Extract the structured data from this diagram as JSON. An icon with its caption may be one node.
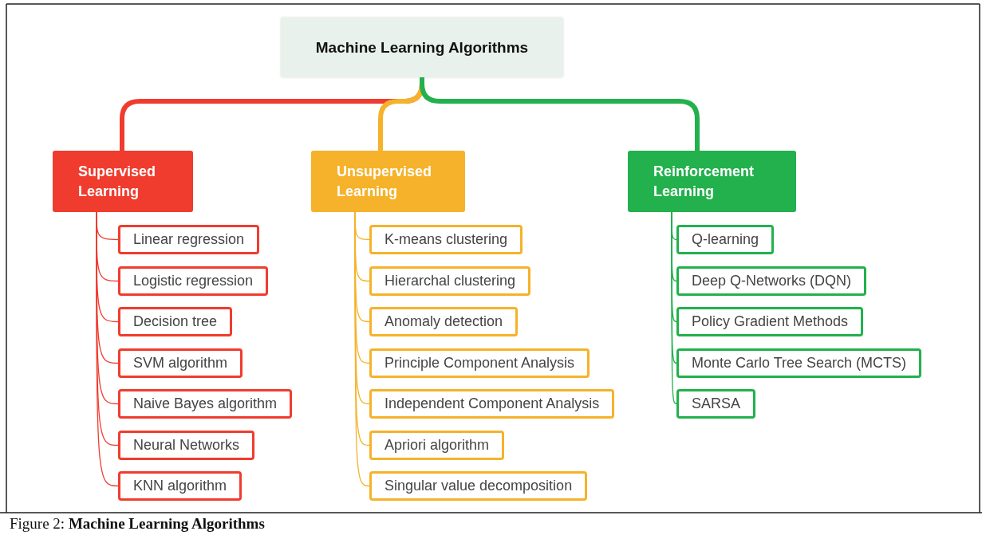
{
  "diagram": {
    "caption": "Figure 2: **Machine Learning Algorithms**",
    "nodes": [
      {
        "text": [
          "Machine Learning Algorithms"
        ]
      },
      {
        "text": [
          "Supervised Learning"
        ]
      },
      {
        "text": [
          "Linear regression"
        ]
      },
      {
        "text": [
          "Logistic regression"
        ]
      },
      {
        "text": [
          "Decision tree"
        ]
      },
      {
        "text": [
          "SVM algorithm"
        ]
      },
      {
        "text": [
          "Naive Bayes algorithm"
        ]
      },
      {
        "text": [
          "Neural Networks"
        ]
      },
      {
        "text": [
          "KNN algorithm"
        ]
      },
      {
        "text": [
          "Unsupervised Learning"
        ]
      },
      {
        "text": [
          "K-means clustering"
        ]
      },
      {
        "text": [
          "Hierarchal clustering"
        ]
      },
      {
        "text": [
          "Anomaly detection"
        ]
      },
      {
        "text": [
          "Principle Component Analysis"
        ]
      },
      {
        "text": [
          "Independent Component Analysis"
        ]
      },
      {
        "text": [
          "Apriori algorithm"
        ]
      },
      {
        "text": [
          "Singular value decomposition"
        ]
      },
      {
        "text": [
          "Reinforcement Learning"
        ]
      },
      {
        "text": [
          "Q-learning"
        ]
      },
      {
        "text": [
          "Deep Q-Networks (DQN)"
        ]
      },
      {
        "text": [
          "Policy Gradient Methods"
        ]
      },
      {
        "text": [
          "Monte Carlo Tree Search (MCTS)"
        ]
      },
      {
        "text": [
          "SARSA"
        ]
      }
    ],
    "edges": [
      {
        "from": 0,
        "to": 1,
        "arrow": "none",
        "style": "thick",
        "color": "#f03c2e"
      },
      {
        "from": 0,
        "to": 9,
        "arrow": "none",
        "style": "thick",
        "color": "#f5b22a"
      },
      {
        "from": 0,
        "to": 17,
        "arrow": "none",
        "style": "thick",
        "color": "#22b14c"
      },
      {
        "from": 1,
        "to": 2,
        "arrow": "none",
        "color": "#f03c2e"
      },
      {
        "from": 1,
        "to": 3,
        "arrow": "none",
        "color": "#f03c2e"
      },
      {
        "from": 1,
        "to": 4,
        "arrow": "none",
        "color": "#f03c2e"
      },
      {
        "from": 1,
        "to": 5,
        "arrow": "none",
        "color": "#f03c2e"
      },
      {
        "from": 1,
        "to": 6,
        "arrow": "none",
        "color": "#f03c2e"
      },
      {
        "from": 1,
        "to": 7,
        "arrow": "none",
        "color": "#f03c2e"
      },
      {
        "from": 1,
        "to": 8,
        "arrow": "none",
        "color": "#f03c2e"
      },
      {
        "from": 9,
        "to": 10,
        "arrow": "none",
        "color": "#f5b22a"
      },
      {
        "from": 9,
        "to": 11,
        "arrow": "none",
        "color": "#f5b22a"
      },
      {
        "from": 9,
        "to": 12,
        "arrow": "none",
        "color": "#f5b22a"
      },
      {
        "from": 9,
        "to": 13,
        "arrow": "none",
        "color": "#f5b22a"
      },
      {
        "from": 9,
        "to": 14,
        "arrow": "none",
        "color": "#f5b22a"
      },
      {
        "from": 9,
        "to": 15,
        "arrow": "none",
        "color": "#f5b22a"
      },
      {
        "from": 9,
        "to": 16,
        "arrow": "none",
        "color": "#f5b22a"
      },
      {
        "from": 17,
        "to": 18,
        "arrow": "none",
        "color": "#22b14c"
      },
      {
        "from": 17,
        "to": 19,
        "arrow": "none",
        "color": "#22b14c"
      },
      {
        "from": 17,
        "to": 20,
        "arrow": "none",
        "color": "#22b14c"
      },
      {
        "from": 17,
        "to": 21,
        "arrow": "none",
        "color": "#22b14c"
      },
      {
        "from": 17,
        "to": 22,
        "arrow": "none",
        "color": "#22b14c"
      }
    ]
  }
}
